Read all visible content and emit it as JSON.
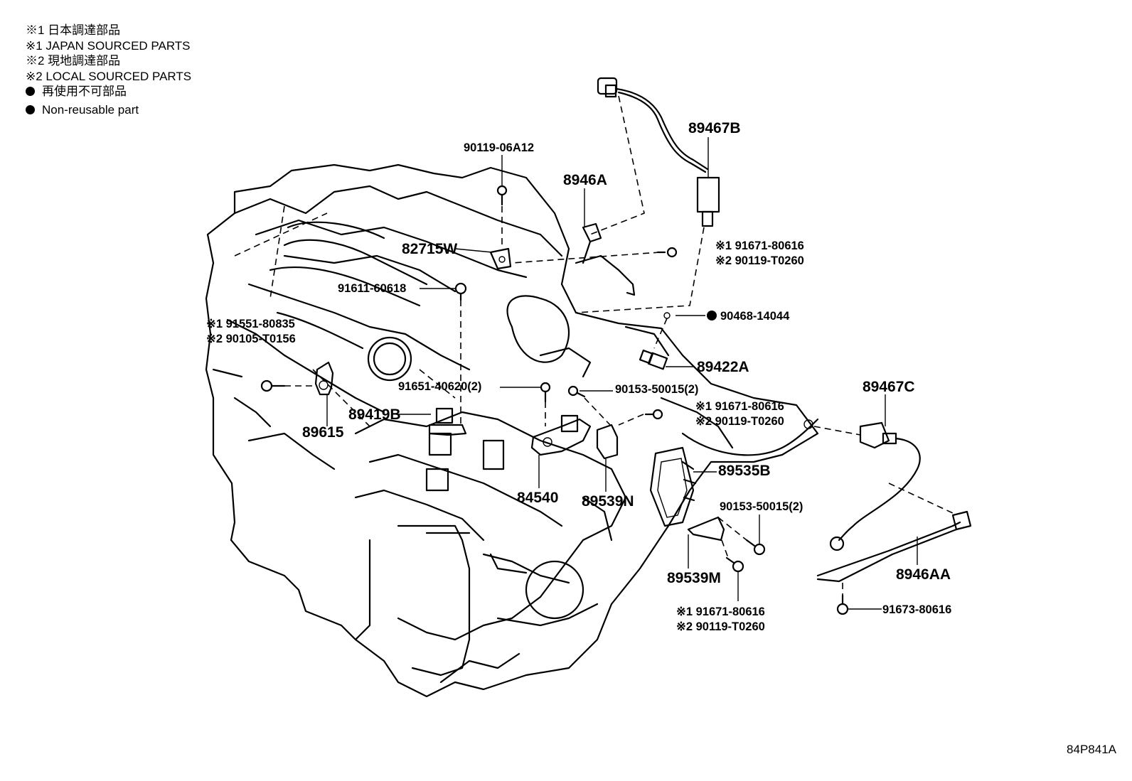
{
  "legend": {
    "line1": "※1 日本調達部品",
    "line2": "※1 JAPAN SOURCED PARTS",
    "line3": "※2 現地調達部品",
    "line4": "※2 LOCAL SOURCED PARTS",
    "line5": "再使用不可部品",
    "line6": "Non-reusable part"
  },
  "parts": {
    "p89467B": "89467B",
    "p8946A": "8946A",
    "p9011906A12": "90119-06A12",
    "p82715W": "82715W",
    "p9161160618": "91611-60618",
    "p9046814044": "90468-14044",
    "p89422A": "89422A",
    "p89467C": "89467C",
    "p89419B": "89419B",
    "p89615": "89615",
    "p84540": "84540",
    "p89539N": "89539N",
    "p89535B": "89535B",
    "p89539M": "89539M",
    "p8946AA": "8946AA",
    "p9167380616": "91673-80616",
    "p9165140620": "91651-40620(2)",
    "p9015350015a": "90153-50015(2)",
    "p9015350015b": "90153-50015(2)"
  },
  "alts": {
    "a1_1": "※1 91671-80616",
    "a1_2": "※2 90119-T0260",
    "a2_1": "※1 91551-80835",
    "a2_2": "※2 90105-T0156",
    "a3_1": "※1 91671-80616",
    "a3_2": "※2 90119-T0260",
    "a4_1": "※1 91671-80616",
    "a4_2": "※2 90119-T0260"
  },
  "ref_code": "84P841A"
}
